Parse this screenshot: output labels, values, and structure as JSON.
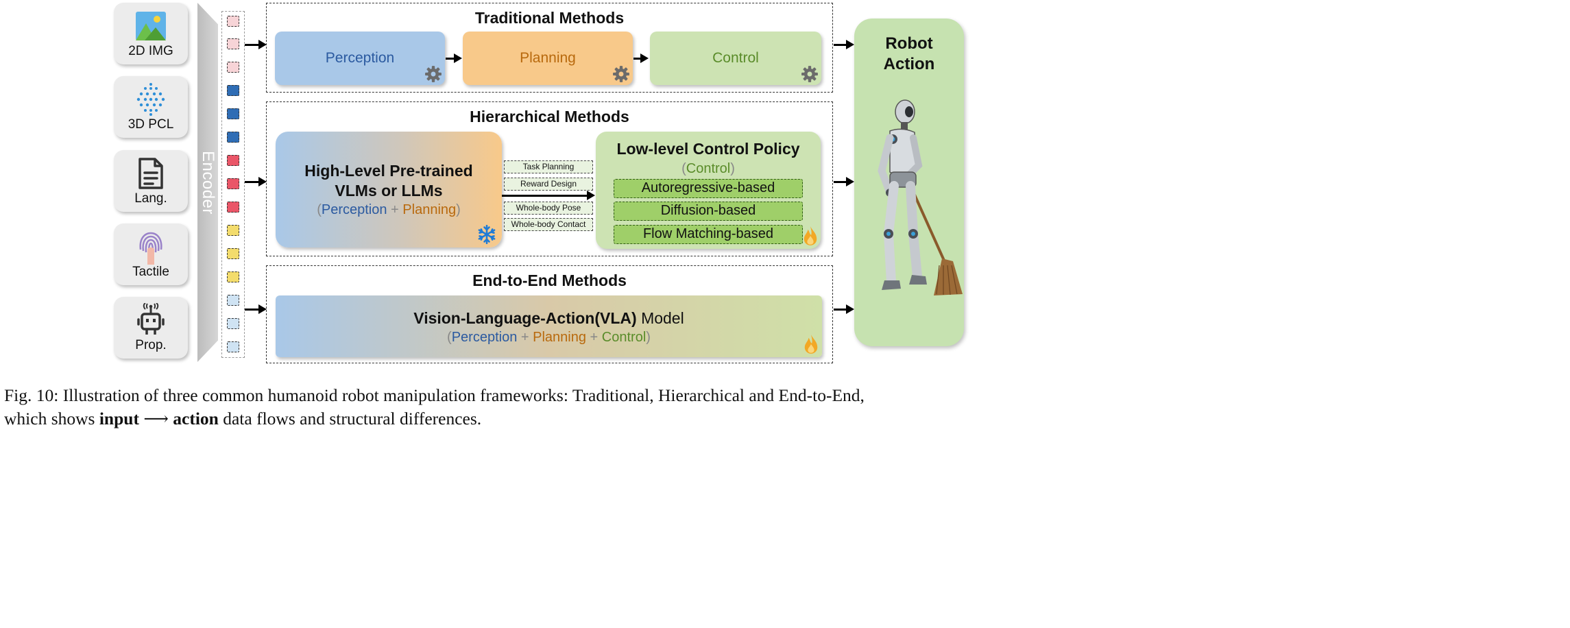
{
  "inputs": [
    {
      "label": "2D IMG",
      "icon": "image-icon"
    },
    {
      "label": "3D PCL",
      "icon": "point-cloud-icon"
    },
    {
      "label": "Lang.",
      "icon": "document-icon"
    },
    {
      "label": "Tactile",
      "icon": "fingerprint-icon"
    },
    {
      "label": "Prop.",
      "icon": "robot-sensor-icon"
    }
  ],
  "encoder": {
    "label": "Encoder"
  },
  "token_colors": [
    "#f7d4d7",
    "#2f6db5",
    "#ea5668",
    "#f3dc6c",
    "#cfe3f3"
  ],
  "traditional": {
    "title": "Traditional Methods",
    "stages": [
      "Perception",
      "Planning",
      "Control"
    ]
  },
  "hierarchical": {
    "title": "Hierarchical Methods",
    "high": {
      "line1": "High-Level Pre-trained",
      "line2": "VLMs or LLMs",
      "open": "(",
      "perception": "Perception",
      "plus": "+",
      "planning": "Planning",
      "close": ")"
    },
    "interfaces": [
      "Task Planning",
      "Reward Design",
      "Whole-body Pose",
      "Whole-body Contact"
    ],
    "low": {
      "title": "Low-level Control Policy",
      "open": "(",
      "control": "Control",
      "close": ")",
      "variants": [
        "Autoregressive-based",
        "Diffusion-based",
        "Flow Matching-based"
      ]
    }
  },
  "end_to_end": {
    "title": "End-to-End Methods",
    "model_bold": "Vision-Language-Action(VLA)",
    "model_rest": "Model",
    "open": "(",
    "perception": "Perception",
    "plus1": "+",
    "planning": "Planning",
    "plus2": "+",
    "control": "Control",
    "close": ")"
  },
  "output": {
    "line1": "Robot",
    "line2": "Action"
  },
  "caption": {
    "prefix": "Fig. 10: Illustration of three common humanoid robot manipulation frameworks: Traditional, Hierarchical and End-to-End,",
    "line2_start": "which shows",
    "input_word": "input",
    "arrow": "⟶",
    "action_word": "action",
    "line2_end": "data flows and structural differences."
  },
  "colors": {
    "perception": "#a9c8e8",
    "planning": "#f8c98a",
    "control": "#cde3b3",
    "output_panel": "#c6e2b0",
    "snowflake": "#1f7bd6",
    "flame": "#f2a825",
    "gear": "#6b6b6b"
  }
}
